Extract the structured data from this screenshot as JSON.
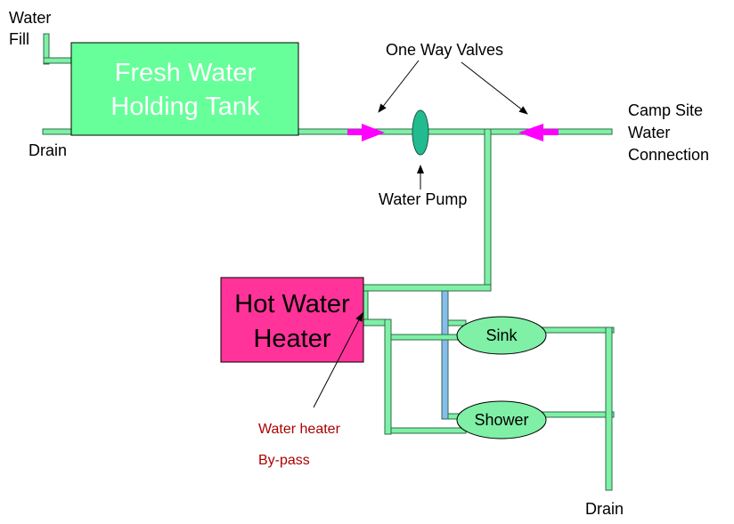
{
  "colors": {
    "pipe": "#7ff0a6",
    "pipe_outline": "#2d6b4a",
    "tank": "#66ff99",
    "heater": "#ff3399",
    "fixture": "#7ff0a6",
    "pump": "#22bb8f",
    "valve_arrow": "#ff00ff",
    "bypass_pipe": "#88bbee",
    "note_text": "#aa0000"
  },
  "labels": {
    "water_fill_line1": "Water",
    "water_fill_line2": "Fill",
    "drain_left": "Drain",
    "drain_bottom": "Drain",
    "one_way_valves": "One Way Valves",
    "water_pump": "Water Pump",
    "campsite_line1": "Camp Site",
    "campsite_line2": "Water",
    "campsite_line3": "Connection",
    "bypass_line1": "Water heater",
    "bypass_line2": "By-pass"
  },
  "components": {
    "fresh_tank_line1": "Fresh Water",
    "fresh_tank_line2": "Holding Tank",
    "heater_line1": "Hot Water",
    "heater_line2": "Heater",
    "sink": "Sink",
    "shower": "Shower"
  }
}
